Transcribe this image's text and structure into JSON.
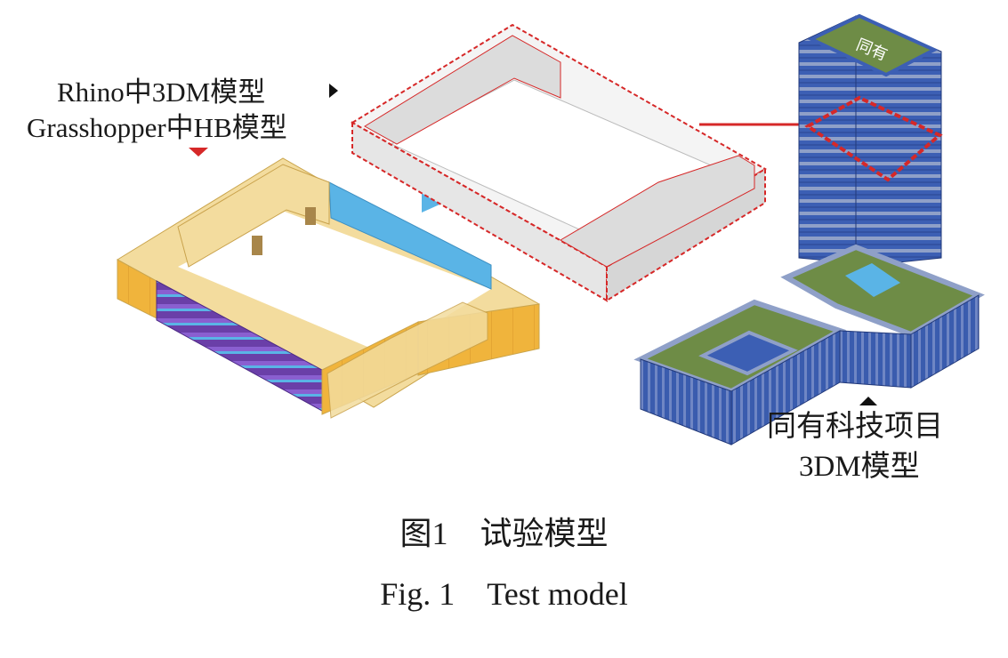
{
  "figure": {
    "labels": {
      "rhino_model": "Rhino中3DM模型",
      "grasshopper_model": "Grasshopper中HB模型",
      "project_name": "同有科技项目",
      "project_model": "3DM模型",
      "roof_sign": "同有"
    },
    "caption_cn": "图1　试验模型",
    "caption_en": "Fig. 1　Test model"
  },
  "colors": {
    "hb_wall_orange": "#f0b43c",
    "hb_wall_light": "#f3dc9e",
    "hb_glass_blue": "#5ab4e6",
    "hb_purple": "#6a3fa8",
    "highlight_red": "#d62828",
    "tower_blue": "#3c5fb4",
    "roof_green": "#6e8c46"
  }
}
